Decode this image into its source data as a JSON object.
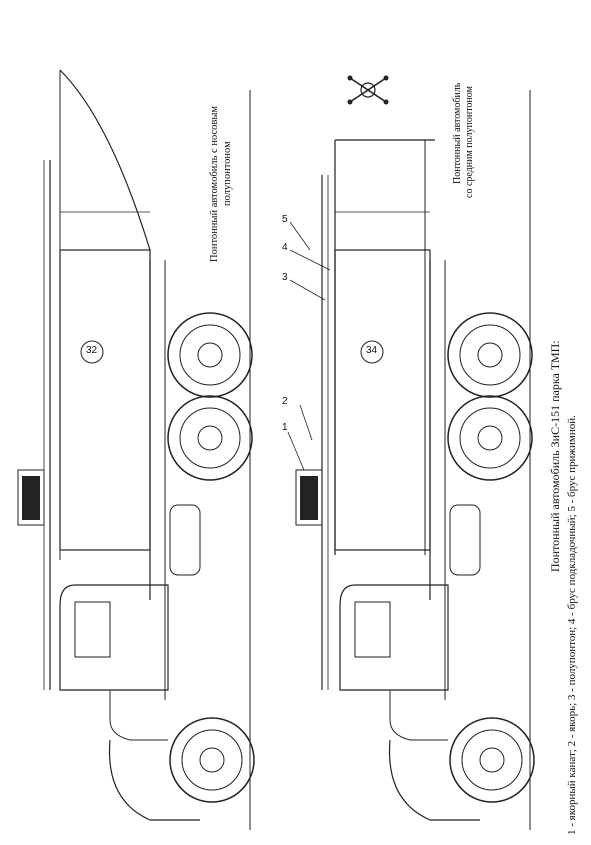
{
  "title": "Понтонный автомобиль ЗиС-151 парка ТМП:",
  "legend": "1 - якорный канат; 2 - якорь; 3 - полупонтон; 4 - брус подкладочный; 5 - брус прижимной.",
  "vehicle_top": {
    "caption_line1": "Понтонный автомобиль с носовым",
    "caption_line2": "полупонтоном",
    "pontoon_number": "32"
  },
  "vehicle_bottom": {
    "caption_line1": "Понтонный автомобиль",
    "caption_line2": "со средним полупонтоном",
    "pontoon_number": "34",
    "callouts": [
      "1",
      "2",
      "3",
      "4",
      "5"
    ]
  },
  "icons": {
    "emblem": "coat-of-arms-icon"
  }
}
